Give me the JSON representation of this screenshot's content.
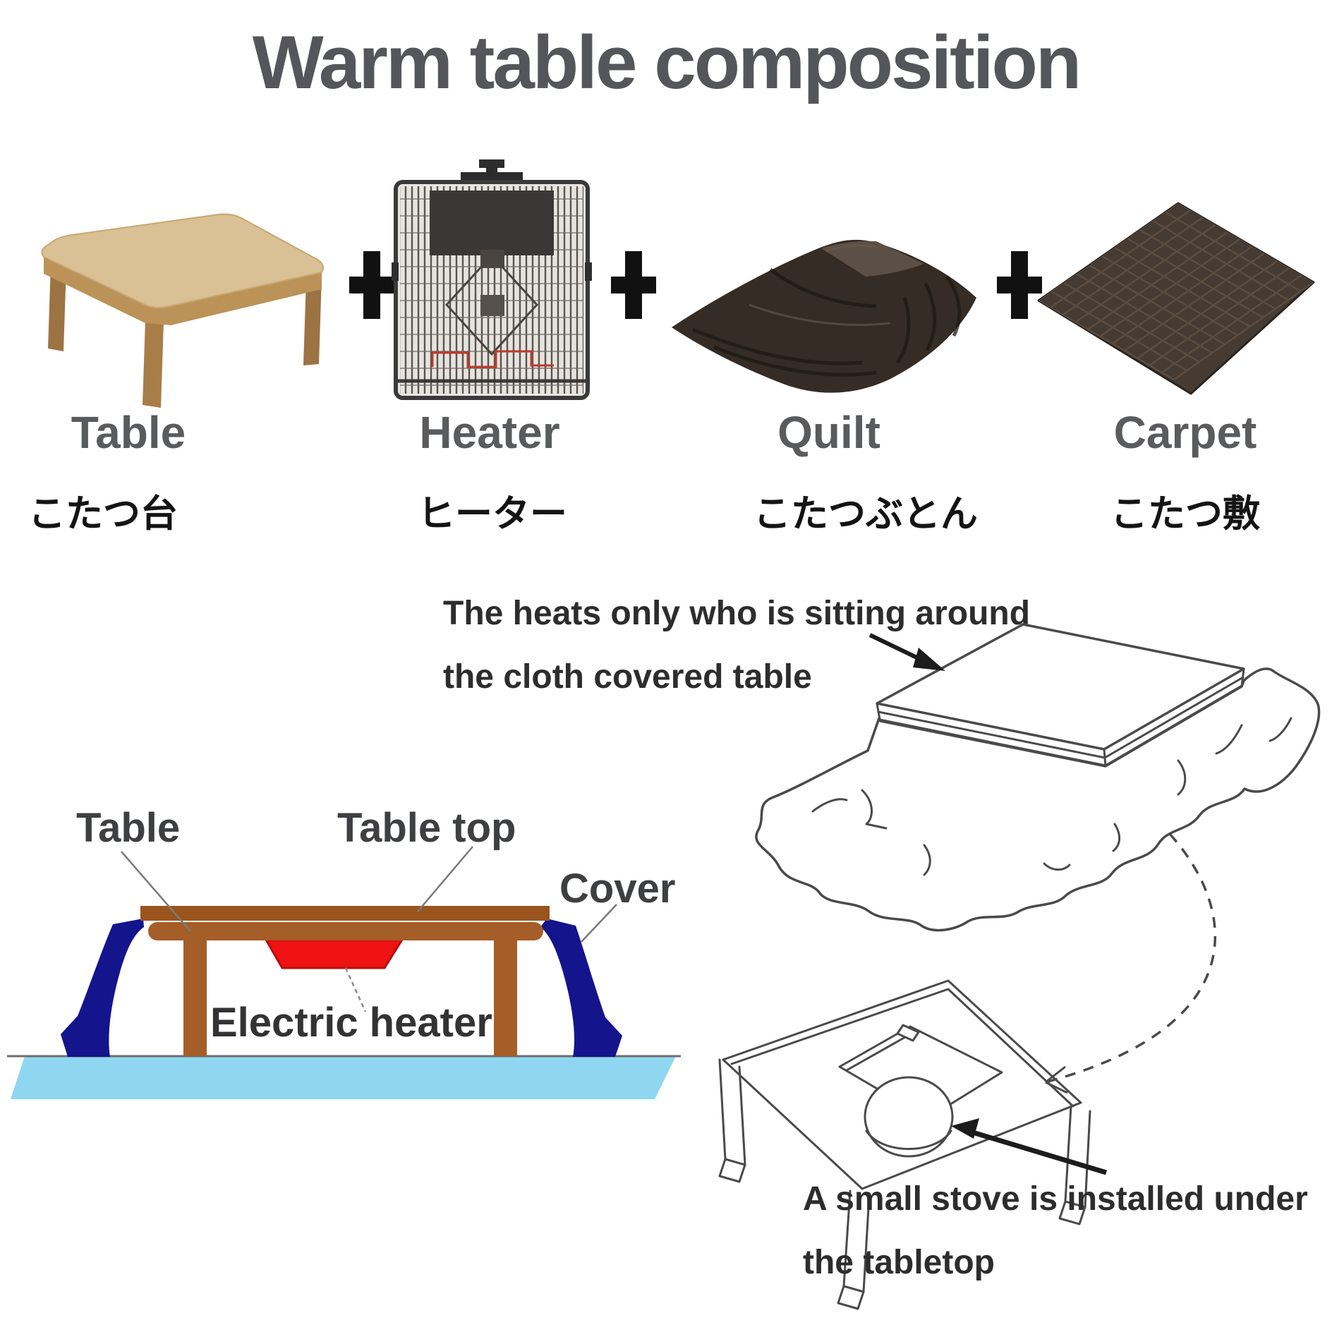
{
  "title": "Warm table composition",
  "products": [
    {
      "id": "table",
      "label": "Table",
      "label_ja": "こたつ台"
    },
    {
      "id": "heater",
      "label": "Heater",
      "label_ja": "ヒーター"
    },
    {
      "id": "quilt",
      "label": "Quilt",
      "label_ja": "こたつぶとん"
    },
    {
      "id": "carpet",
      "label": "Carpet",
      "label_ja": "こたつ敷"
    }
  ],
  "icons": {
    "plus": "+"
  },
  "annotations": {
    "heat_note_line1": "The heats only who is sitting around",
    "heat_note_line2": "the cloth covered table",
    "stove_note_line1": "A small stove is installed under",
    "stove_note_line2": "the tabletop"
  },
  "cross_section": {
    "table_label": "Table",
    "table_top_label": "Table top",
    "cover_label": "Cover",
    "electric_heater_label": "Electric heater",
    "colors": {
      "table_brown": "#a55e27",
      "table_top_brown": "#9a541e",
      "heater_red": "#ee1212",
      "cover_navy": "#14148c",
      "floor_blue": "#8fd7f0"
    }
  },
  "colors": {
    "title_gray": "#55565a",
    "label_gray": "#5a5b5d",
    "japanese_black": "#141414",
    "note_dark": "#2d2d2d",
    "sketch_line": "#4a4a4a",
    "plus_black": "#111111"
  }
}
